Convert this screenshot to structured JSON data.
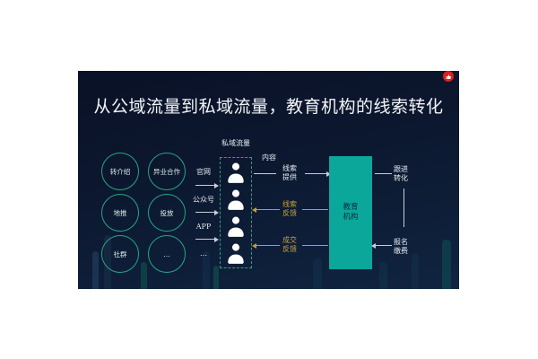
{
  "title": "从公域流量到私域流量，教育机构的线索转化",
  "badge": {
    "icon": "thumbs-up"
  },
  "colors": {
    "slide_bg": "#0c1830",
    "accent_teal": "#27a583",
    "institution_teal": "#0ba79a",
    "arrow_gray": "#c8ced6",
    "arrow_yellow": "#c79a36",
    "badge_red": "#e01f1f",
    "title_text": "#f2f5f8"
  },
  "sources": {
    "circles": [
      {
        "label": "转介绍"
      },
      {
        "label": "异业合作"
      },
      {
        "label": "地推"
      },
      {
        "label": "投放"
      },
      {
        "label": "社群"
      },
      {
        "label": "…"
      }
    ]
  },
  "channels": [
    {
      "label": "官网"
    },
    {
      "label": "公众号"
    },
    {
      "label": "APP"
    },
    {
      "label": "…"
    }
  ],
  "private_pool": {
    "label": "私域流量",
    "member_icons": 4
  },
  "content_flow": {
    "label": "内容"
  },
  "flows": [
    {
      "label": "线索\n提供",
      "direction": "right",
      "color": "gray"
    },
    {
      "label": "线索\n反馈",
      "direction": "left",
      "color": "yellow"
    },
    {
      "label": "成交\n反馈",
      "direction": "left",
      "color": "yellow"
    }
  ],
  "institution": {
    "label": "教育\n机构"
  },
  "right_flows": [
    {
      "label": "跟进\n转化"
    },
    {
      "label": "报名\n缴费"
    }
  ]
}
